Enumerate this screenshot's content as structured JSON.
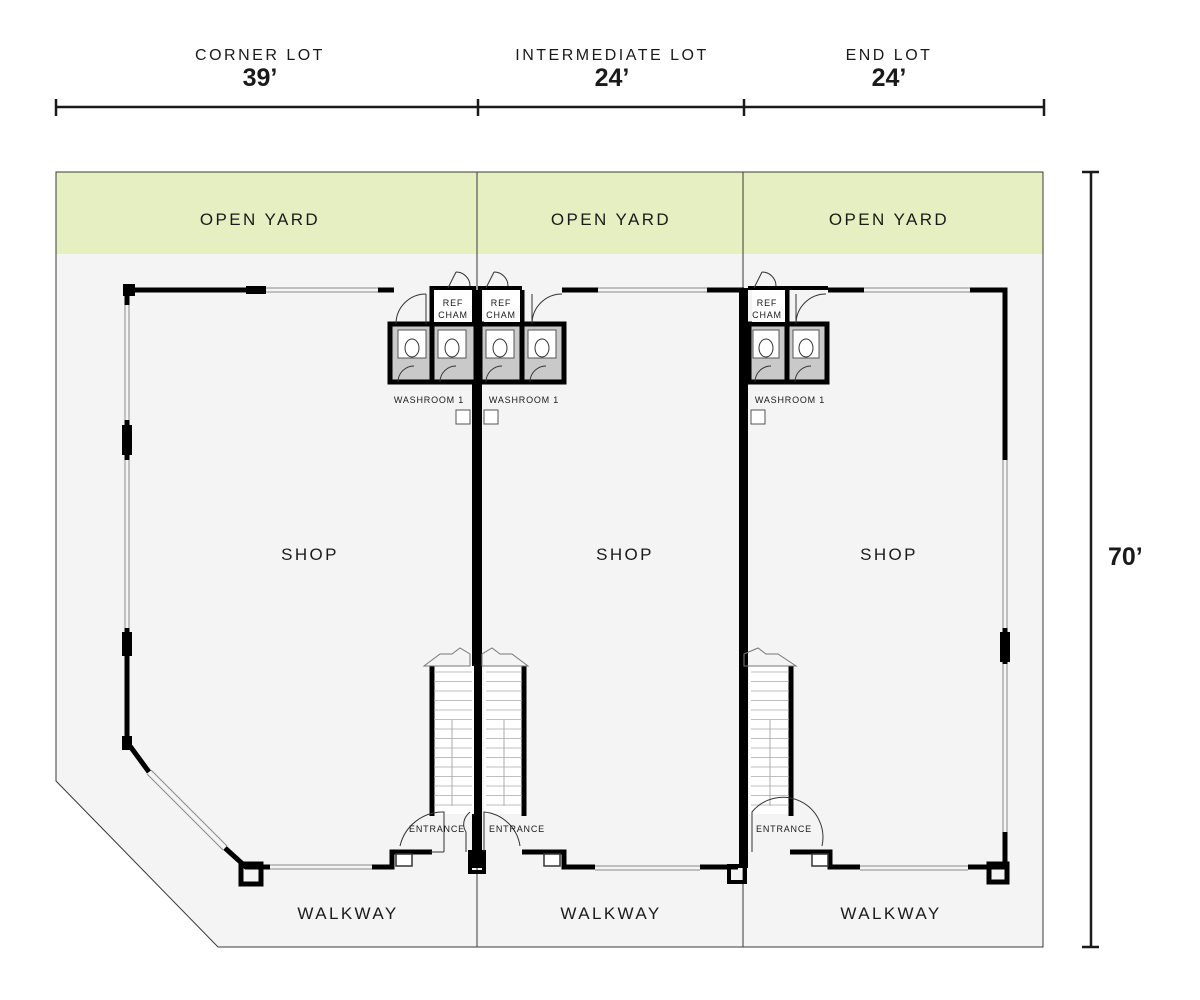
{
  "lots": [
    {
      "name": "CORNER LOT",
      "width": "39’"
    },
    {
      "name": "INTERMEDIATE LOT",
      "width": "24’"
    },
    {
      "name": "END LOT",
      "width": "24’"
    }
  ],
  "depth": "70’",
  "areas": {
    "open_yard": "OPEN YARD",
    "shop": "SHOP",
    "walkway": "WALKWAY",
    "washroom": "WASHROOM 1",
    "ref_cham_line1": "REF",
    "ref_cham_line2": "CHAM",
    "entrance": "ENTRANCE"
  },
  "colors": {
    "yard": "#e6efc1",
    "floor": "#f4f4f5",
    "wall": "#000000",
    "washroom_fill": "#c9c9c9",
    "line": "#1a1a1a"
  }
}
